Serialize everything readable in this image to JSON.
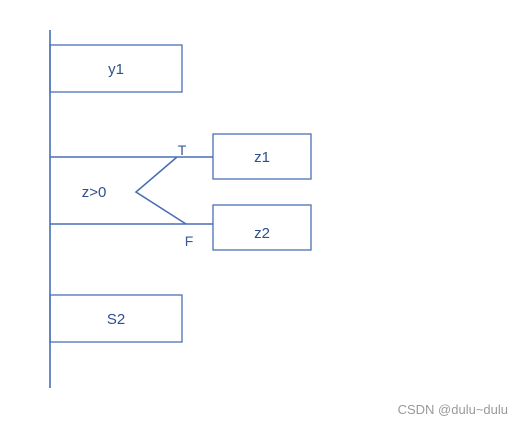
{
  "colors": {
    "line": "#4a6fb5",
    "text": "#2f4f8f",
    "watermark": "#9a9a9a"
  },
  "diagram": {
    "top_box": "y1",
    "condition": "z>0",
    "true_mark": "T",
    "false_mark": "F",
    "true_box": "z1",
    "false_box": "z2",
    "bottom_box": "S2"
  },
  "watermark": "CSDN @dulu~dulu"
}
